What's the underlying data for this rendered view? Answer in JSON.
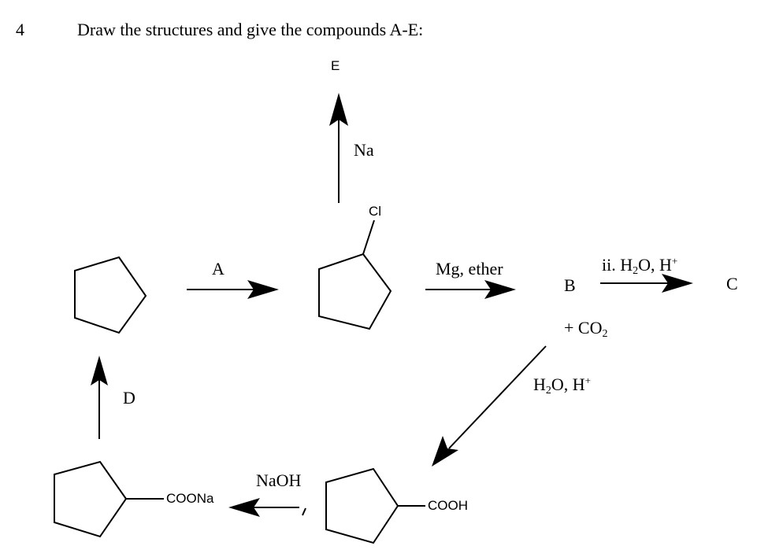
{
  "question": {
    "number": "4",
    "prompt": "Draw the structures and give the compounds A-E:"
  },
  "labels": {
    "E": "E",
    "Na": "Na",
    "Cl": "Cl",
    "A": "A",
    "mg_ether": "Mg, ether",
    "B": "B",
    "ii_h2o": "ii. H",
    "C": "C",
    "co2_plus": "+ CO",
    "h2o_diag": "H",
    "D": "D",
    "naoh": "NaOH",
    "coona": "COONa",
    "cooh": "COOH",
    "sub2": "2",
    "o_h": "O, H",
    "plus": "+"
  }
}
